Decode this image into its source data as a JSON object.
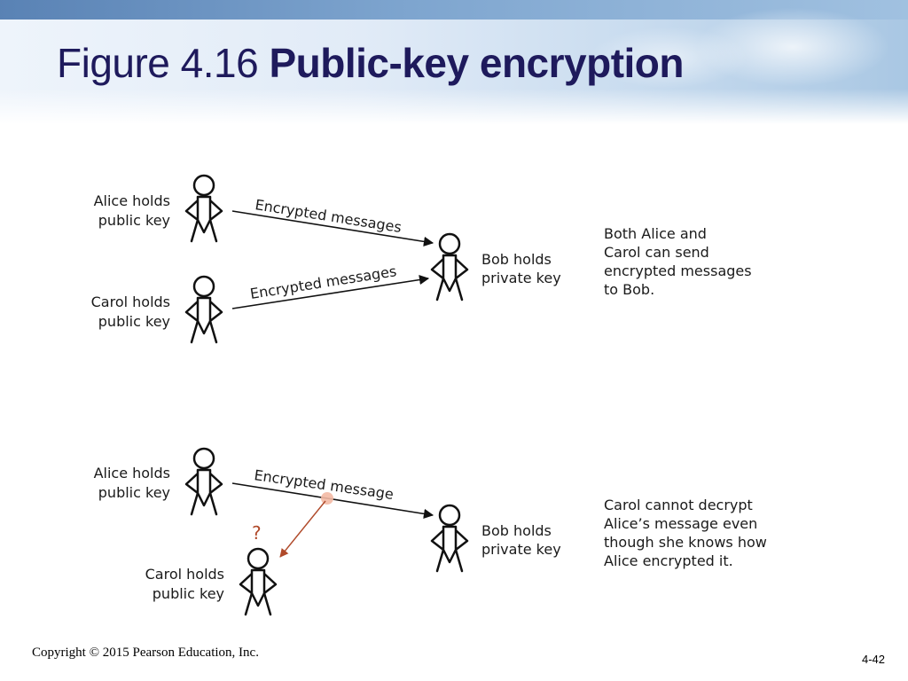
{
  "title": {
    "prefix": "Figure 4.16",
    "strong": "Public-key encryption"
  },
  "top_scenario": {
    "alice": [
      "Alice holds",
      "public key"
    ],
    "carol": [
      "Carol holds",
      "public key"
    ],
    "bob": [
      "Bob holds",
      "private key"
    ],
    "msg_alice": "Encrypted messages",
    "msg_carol": "Encrypted messages",
    "note": [
      "Both Alice and",
      "Carol can send",
      "encrypted messages",
      "to Bob."
    ]
  },
  "bottom_scenario": {
    "alice": [
      "Alice holds",
      "public key"
    ],
    "carol": [
      "Carol holds",
      "public key"
    ],
    "bob": [
      "Bob holds",
      "private key"
    ],
    "msg": "Encrypted message",
    "question": "?",
    "note": [
      "Carol cannot decrypt",
      "Alice’s message even",
      "though she knows how",
      "Alice encrypted it."
    ]
  },
  "colors": {
    "title": "#1e1a5c",
    "intercept": "#b04a2a",
    "intercept_dot": "#f3b9a4"
  },
  "footer": {
    "copyright": "Copyright © 2015 Pearson Education, Inc.",
    "page": "4-42"
  }
}
